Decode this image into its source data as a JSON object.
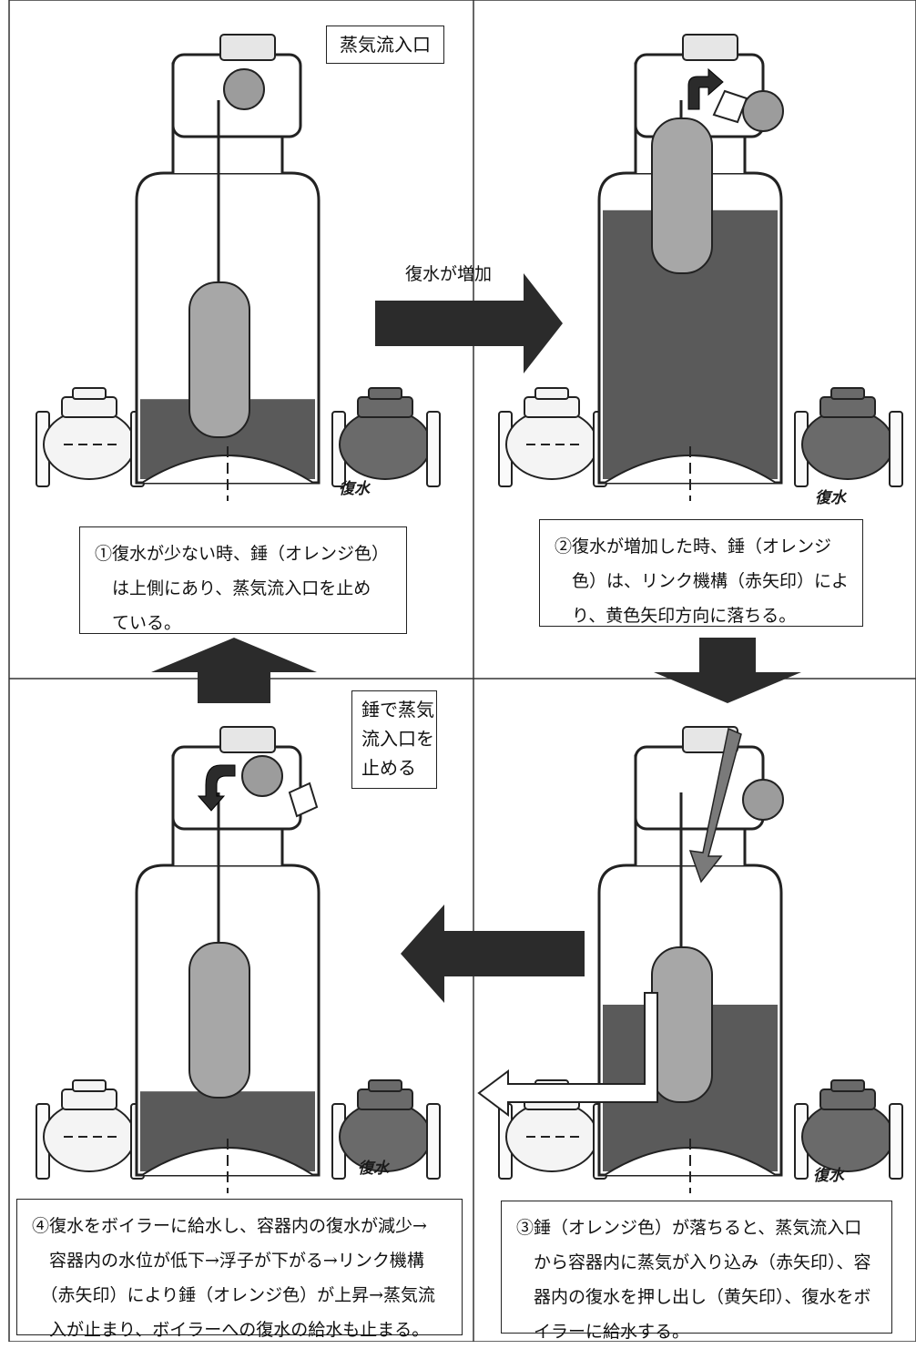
{
  "callouts": {
    "steam_inlet": "蒸気流入口",
    "weight_stops_inlet": "錘で蒸気\n流入口を\n止める"
  },
  "flow_labels": {
    "condensate_increase": "復水が増加"
  },
  "device_label": "復水",
  "captions": {
    "step1": "①復水が少ない時、錘（オレンジ色）\n　は上側にあり、蒸気流入口を止め\n　ている。",
    "step2": "②復水が増加した時、錘（オレンジ\n　色）は、リンク機構（赤矢印）によ\n　り、黄色矢印方向に落ちる。",
    "step3": "③錘（オレンジ色）が落ちると、蒸気流入口\n　から容器内に蒸気が入り込み（赤矢印）、容\n　器内の復水を押し出し（黄矢印）、復水をボ\n　イラーに給水する。",
    "step4": "④復水をボイラーに給水し、容器内の復水が減少→\n　容器内の水位が低下→浮子が下がる→リンク機構\n　（赤矢印）により錘（オレンジ色）が上昇→蒸気流\n　入が止まり、ボイラーへの復水の給水も止まる。"
  },
  "colors": {
    "water": "#5a5a5a",
    "float": "#a7a7a7",
    "weight": "#9c9c9c",
    "flow_arrow": "#2b2b2b",
    "outline": "#222222",
    "valve_body_left": "#f4f4f4",
    "valve_body_right": "#6a6a6a"
  },
  "icons": {
    "process_arrow": "arrow-icon",
    "steam_arrow": "red-arrow-icon",
    "push_arrow": "yellow-arrow-icon"
  },
  "water_levels": {
    "step1": 0.27,
    "step2": 0.88,
    "step3": 0.55,
    "step4": 0.27
  }
}
